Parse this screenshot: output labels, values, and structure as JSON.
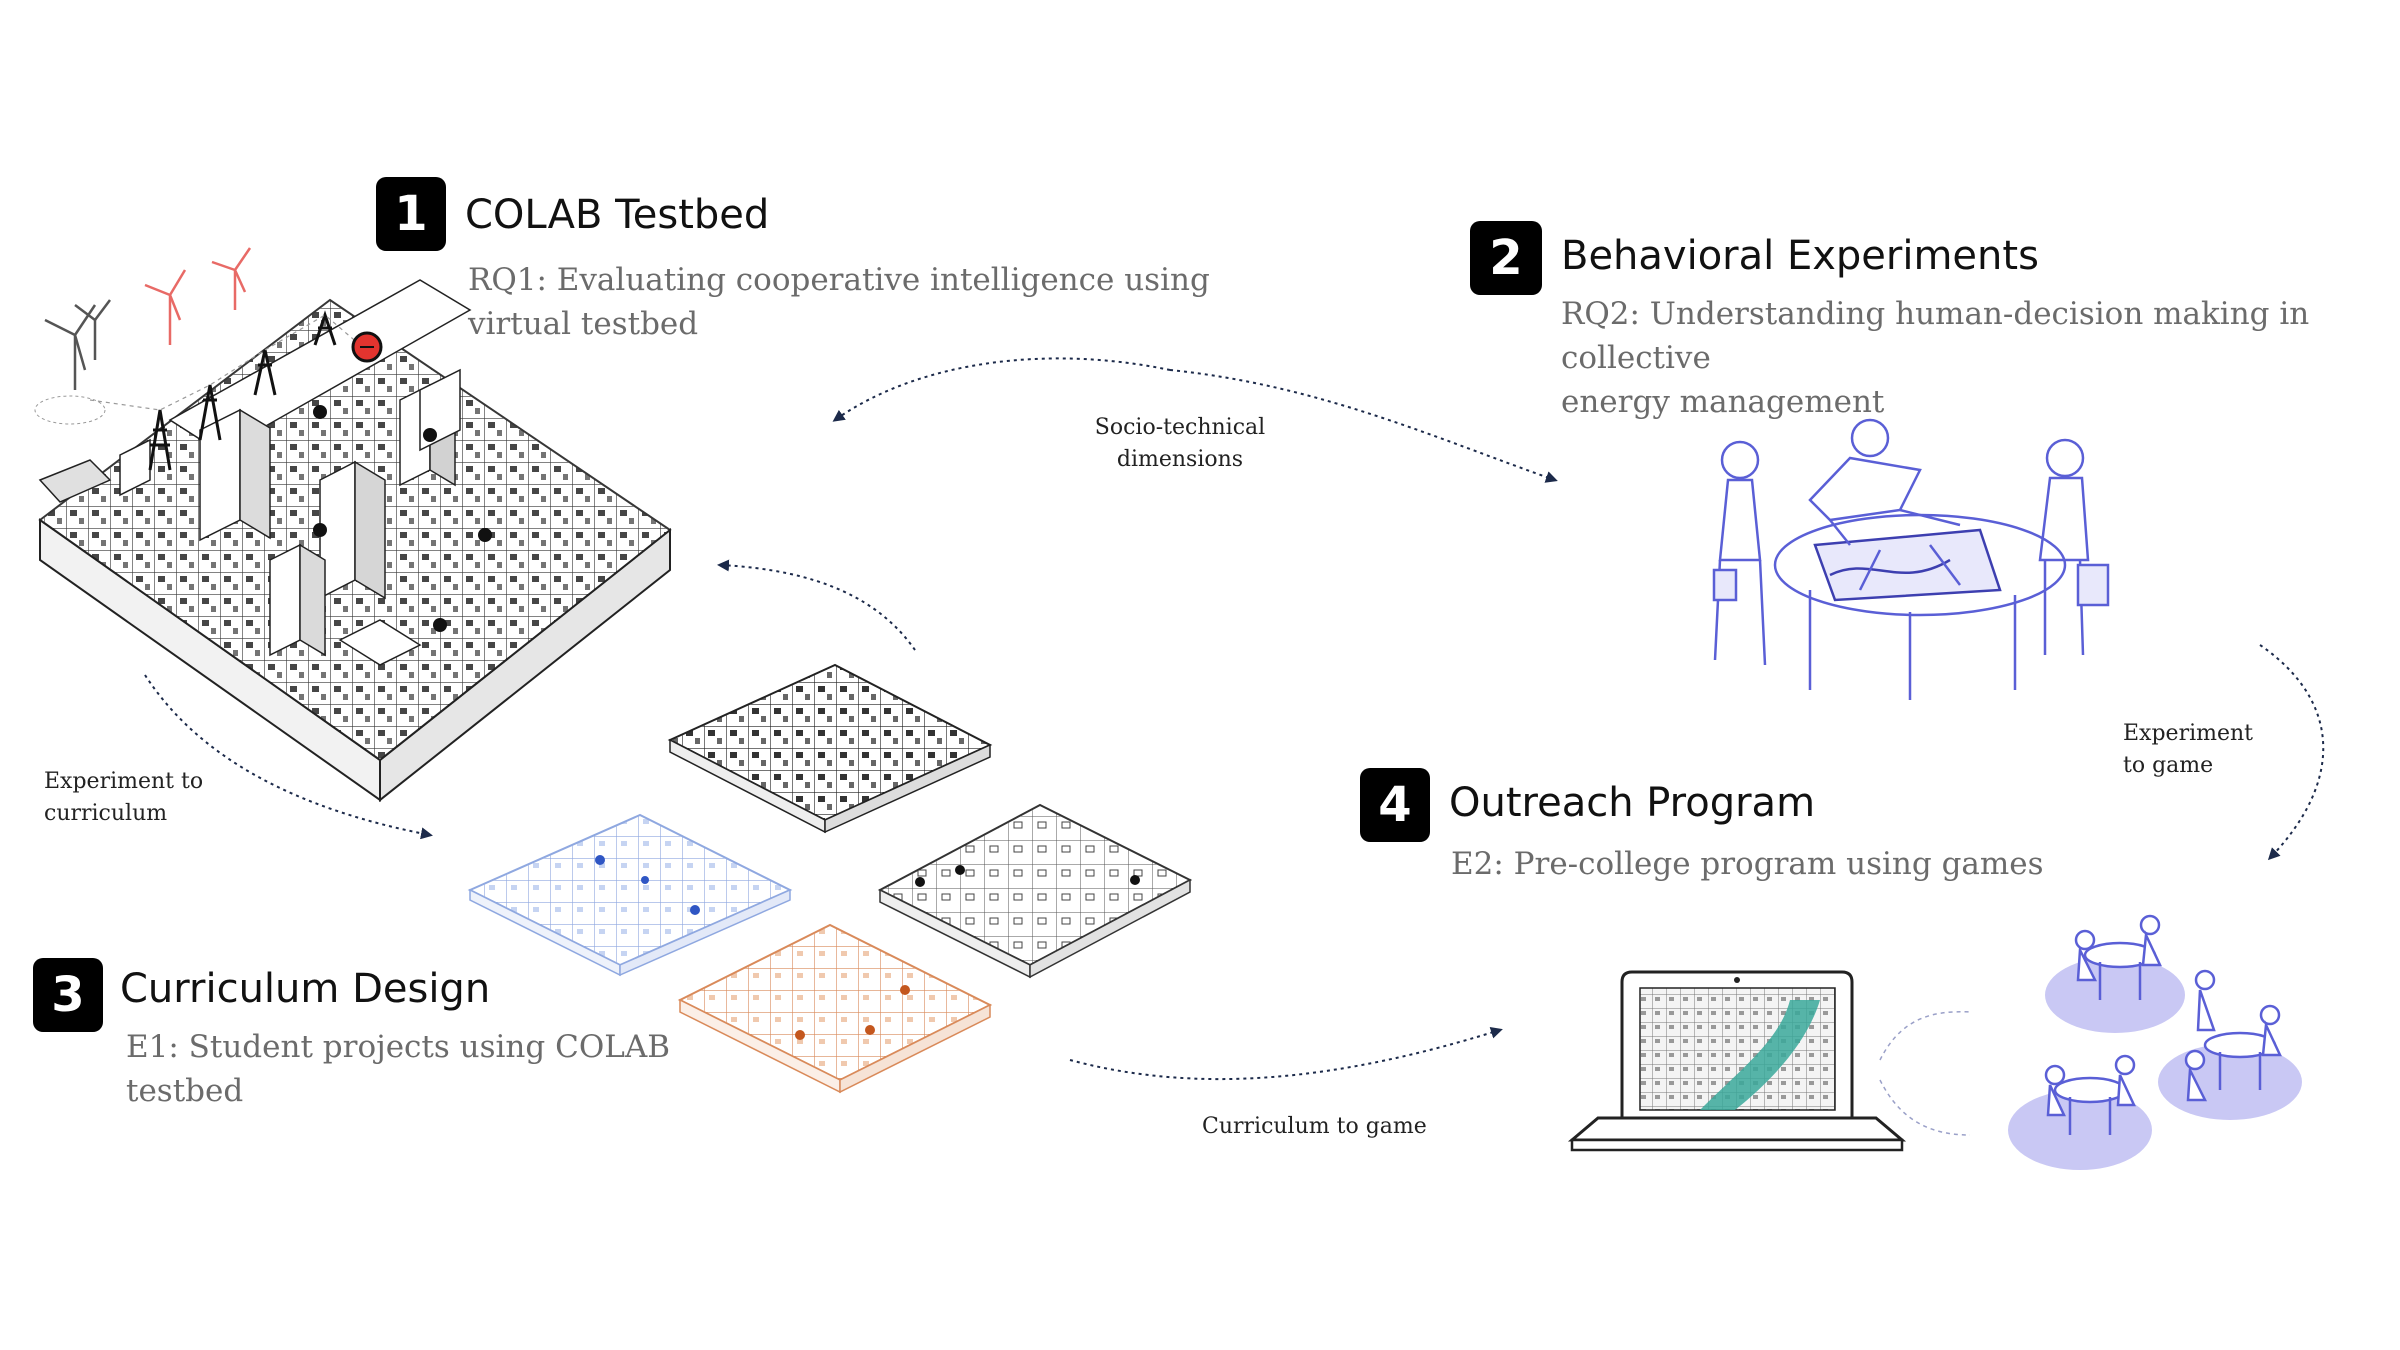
{
  "sections": {
    "colab": {
      "number": "1",
      "title": "COLAB Testbed",
      "subtitle_line1": "RQ1: Evaluating cooperative intelligence using",
      "subtitle_line2": "virtual testbed"
    },
    "behavioral": {
      "number": "2",
      "title": "Behavioral Experiments",
      "subtitle_line1": "RQ2: Understanding human-decision making in collective",
      "subtitle_line2": "energy management"
    },
    "curriculum": {
      "number": "3",
      "title": "Curriculum Design",
      "subtitle_line1": "E1: Student projects using COLAB",
      "subtitle_line2": "testbed"
    },
    "outreach": {
      "number": "4",
      "title": "Outreach Program",
      "subtitle_line1": "E2: Pre-college program using games"
    }
  },
  "connectors": {
    "socio_line1": "Socio-technical",
    "socio_line2": "dimensions",
    "exp_curr_line1": "Experiment to",
    "exp_curr_line2": "curriculum",
    "exp_game_line1": "Experiment",
    "exp_game_line2": "to game",
    "curr_game": "Curriculum to game"
  },
  "colors": {
    "ink": "#111111",
    "subtitle_gray": "#6b6b6b",
    "arrow_navy": "#1c2a4a",
    "people_blue": "#5a5fd6",
    "table_lavender": "#c9c8f4",
    "curriculum_blue": "#8fa8e0",
    "curriculum_orange": "#d98a5a",
    "river_teal": "#3aa89a",
    "alert_red": "#e3342f"
  }
}
